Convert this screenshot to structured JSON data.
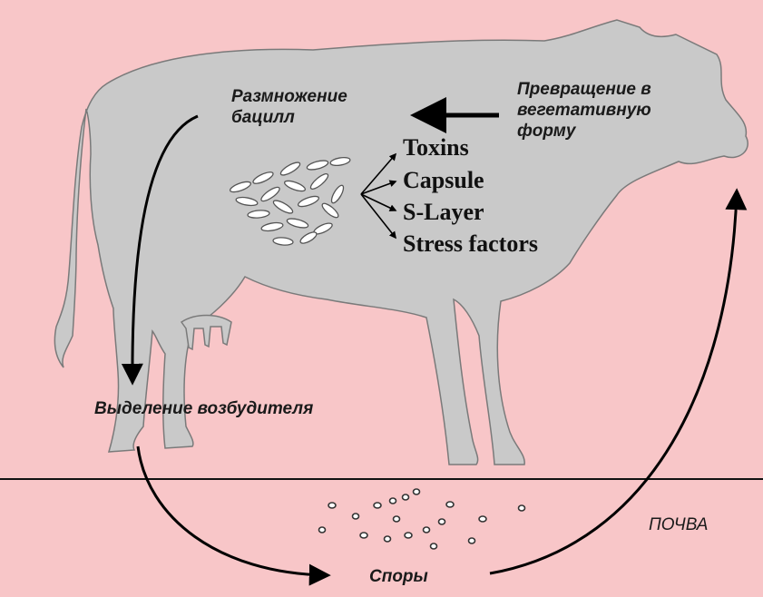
{
  "labels": {
    "reproduction": "Размножение\nбацилл",
    "conversion": "Превращение в\nвегетативную\nформу",
    "excretion": "Выделение возбудителя",
    "spores": "Споры",
    "soil": "ПОЧВА"
  },
  "factors": [
    "Toxins",
    "Capsule",
    "S-Layer",
    "Stress factors"
  ],
  "colors": {
    "background": "#f8c6c8",
    "cow": "#c9c9c9",
    "outline": "#7a7a7a",
    "arrow": "#000000"
  }
}
